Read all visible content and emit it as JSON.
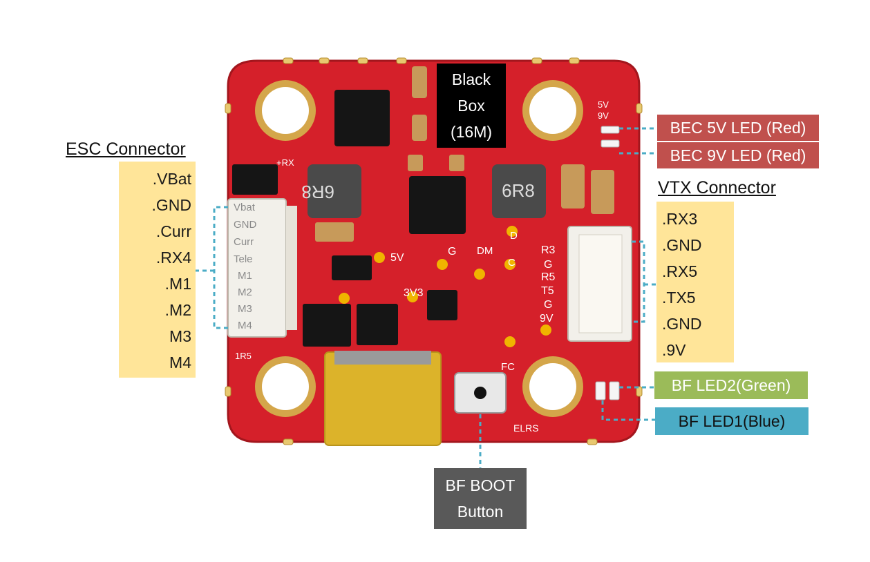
{
  "board": {
    "silkscreen": [
      "Vbat",
      "GND",
      "Curr",
      "Tele",
      "M1",
      "M2",
      "M3",
      "M4",
      "R3",
      "G",
      "R5",
      "T5",
      "G",
      "9V",
      "5V",
      "9V",
      "3V3",
      "5V",
      "G",
      "DM",
      "D",
      "C",
      "FC",
      "ELRS",
      "1R5",
      "6R8",
      "6R8",
      "+RX"
    ]
  },
  "labels": {
    "black_box": "Black\nBox\n(16M)",
    "bec_5v": "BEC 5V LED (Red)",
    "bec_9v": "BEC 9V LED (Red)",
    "bf_led2": "BF LED2(Green)",
    "bf_led1": "BF LED1(Blue)",
    "boot_line1": "BF BOOT",
    "boot_line2": "Button"
  },
  "esc": {
    "heading": "ESC Connector",
    "pins": [
      ".VBat",
      ".GND",
      ".Curr",
      ".RX4",
      ".M1",
      ".M2",
      "M3",
      "M4"
    ]
  },
  "vtx": {
    "heading": "VTX Connector",
    "pins": [
      ".RX3",
      ".GND",
      ".RX5",
      ".TX5",
      ".GND",
      ".9V"
    ]
  },
  "colors": {
    "bec": "#c0504d",
    "led2": "#9bbb59",
    "led1": "#4bacc6",
    "boot": "#595959",
    "pin_box": "#ffe599",
    "leader": "#4bacc6",
    "pcb": "#d5202a"
  }
}
